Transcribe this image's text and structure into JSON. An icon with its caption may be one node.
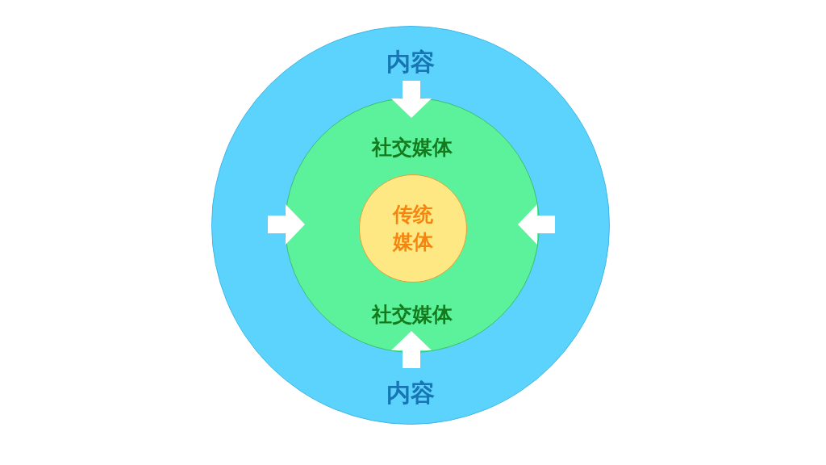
{
  "diagram": {
    "nodes": [
      {
        "text": [
          "内容",
          "内容"
        ]
      },
      {
        "text": [
          "社交媒体",
          "社交媒体"
        ],
        "in": 0
      },
      {
        "text": [
          "传统媒体"
        ],
        "in": 1
      }
    ],
    "edges": [
      {
        "from": null,
        "to": 1,
        "arrow": "to"
      },
      {
        "from": null,
        "to": 1,
        "arrow": "to"
      },
      {
        "from": null,
        "to": 1,
        "arrow": "to"
      },
      {
        "from": null,
        "to": 1,
        "arrow": "to"
      }
    ]
  }
}
